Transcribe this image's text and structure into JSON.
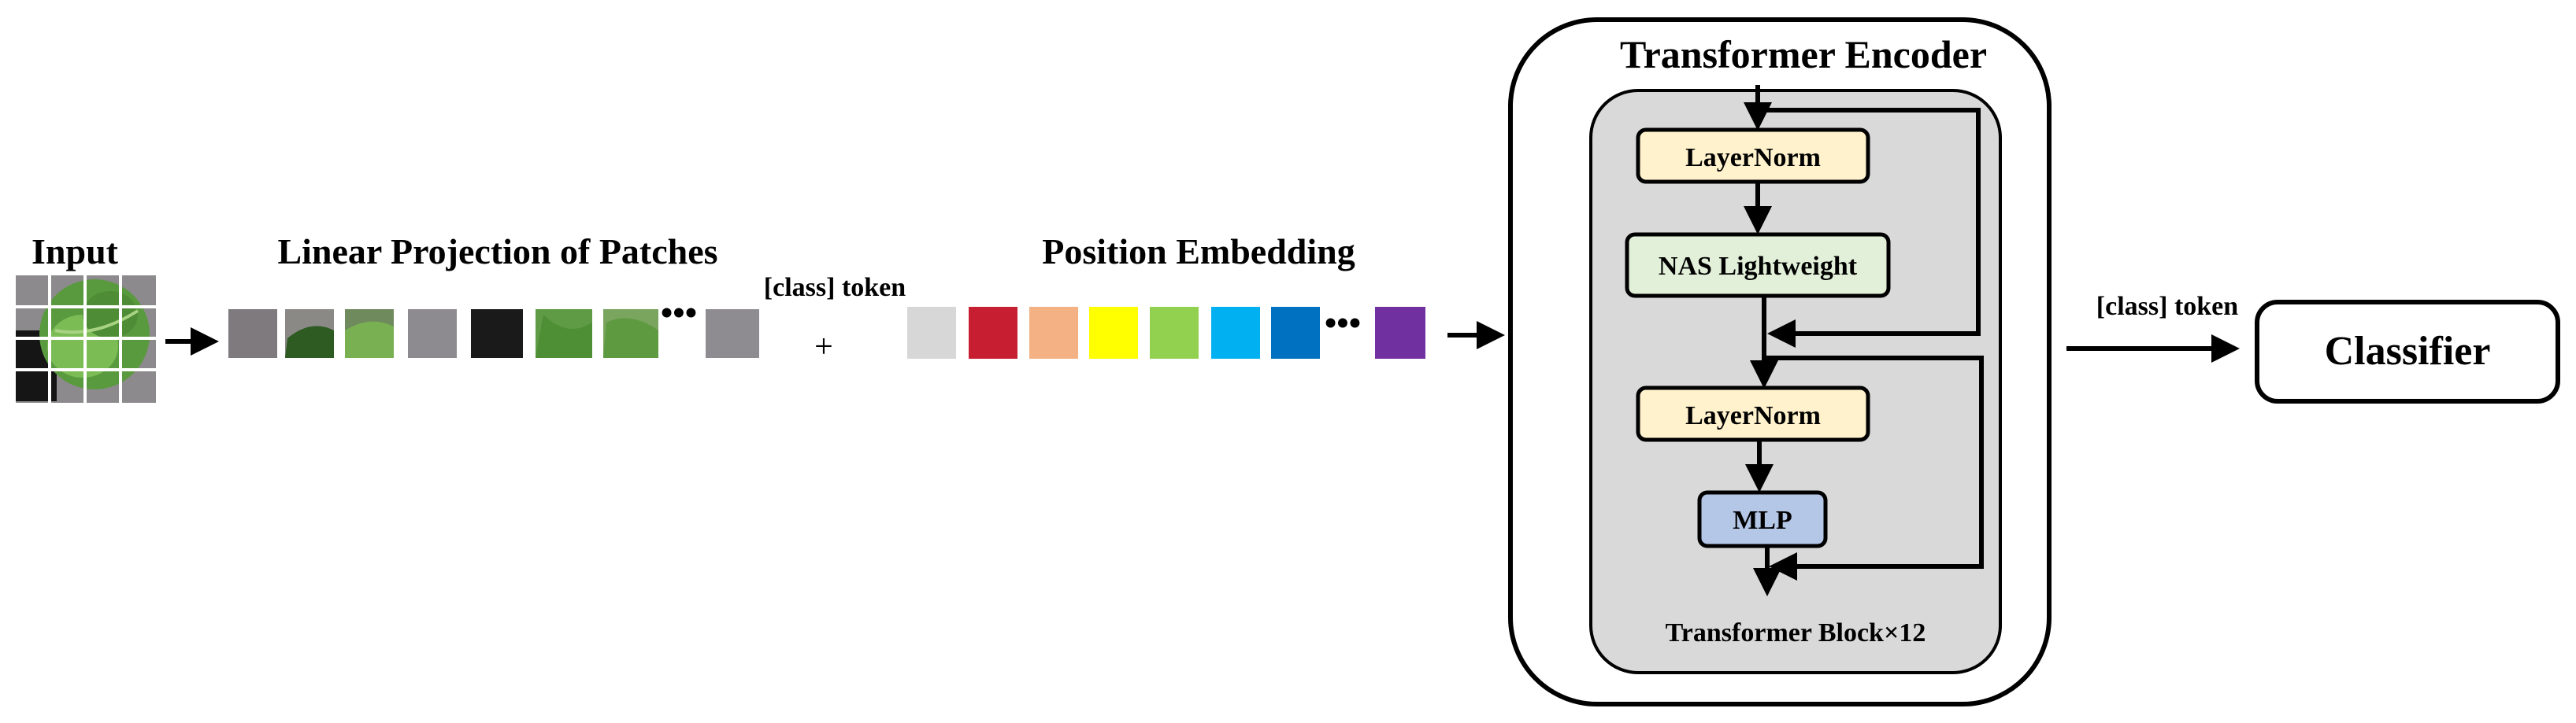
{
  "labels": {
    "input": "Input",
    "linear_projection": "Linear Projection of Patches",
    "class_token_left": "[class] token",
    "plus": "+",
    "position_embedding": "Position Embedding",
    "ellipsis": "•••",
    "encoder_title": "Transformer Encoder",
    "layernorm_1": "LayerNorm",
    "nas": "NAS Lightweight",
    "layernorm_2": "LayerNorm",
    "mlp": "MLP",
    "block_caption": "Transformer Block×12",
    "class_token_right": "[class] token",
    "classifier": "Classifier"
  },
  "patch_tones": [
    "#7e7a7d",
    "#8a8986",
    "#6f8a5c",
    "#8d8b8f",
    "#1a1a1a",
    "#5f9a45",
    "#7aa55e",
    "#8e8c90"
  ],
  "embedding_colors": [
    "#d7d7d7",
    "#c81e31",
    "#f4b183",
    "#ffff00",
    "#92d050",
    "#00b0f0",
    "#0070c0",
    "#7030a0"
  ],
  "box_colors": {
    "layernorm": "#fff2cc",
    "nas": "#e2f0d9",
    "mlp": "#b4c7e7",
    "block_panel": "#d9d9d9"
  }
}
